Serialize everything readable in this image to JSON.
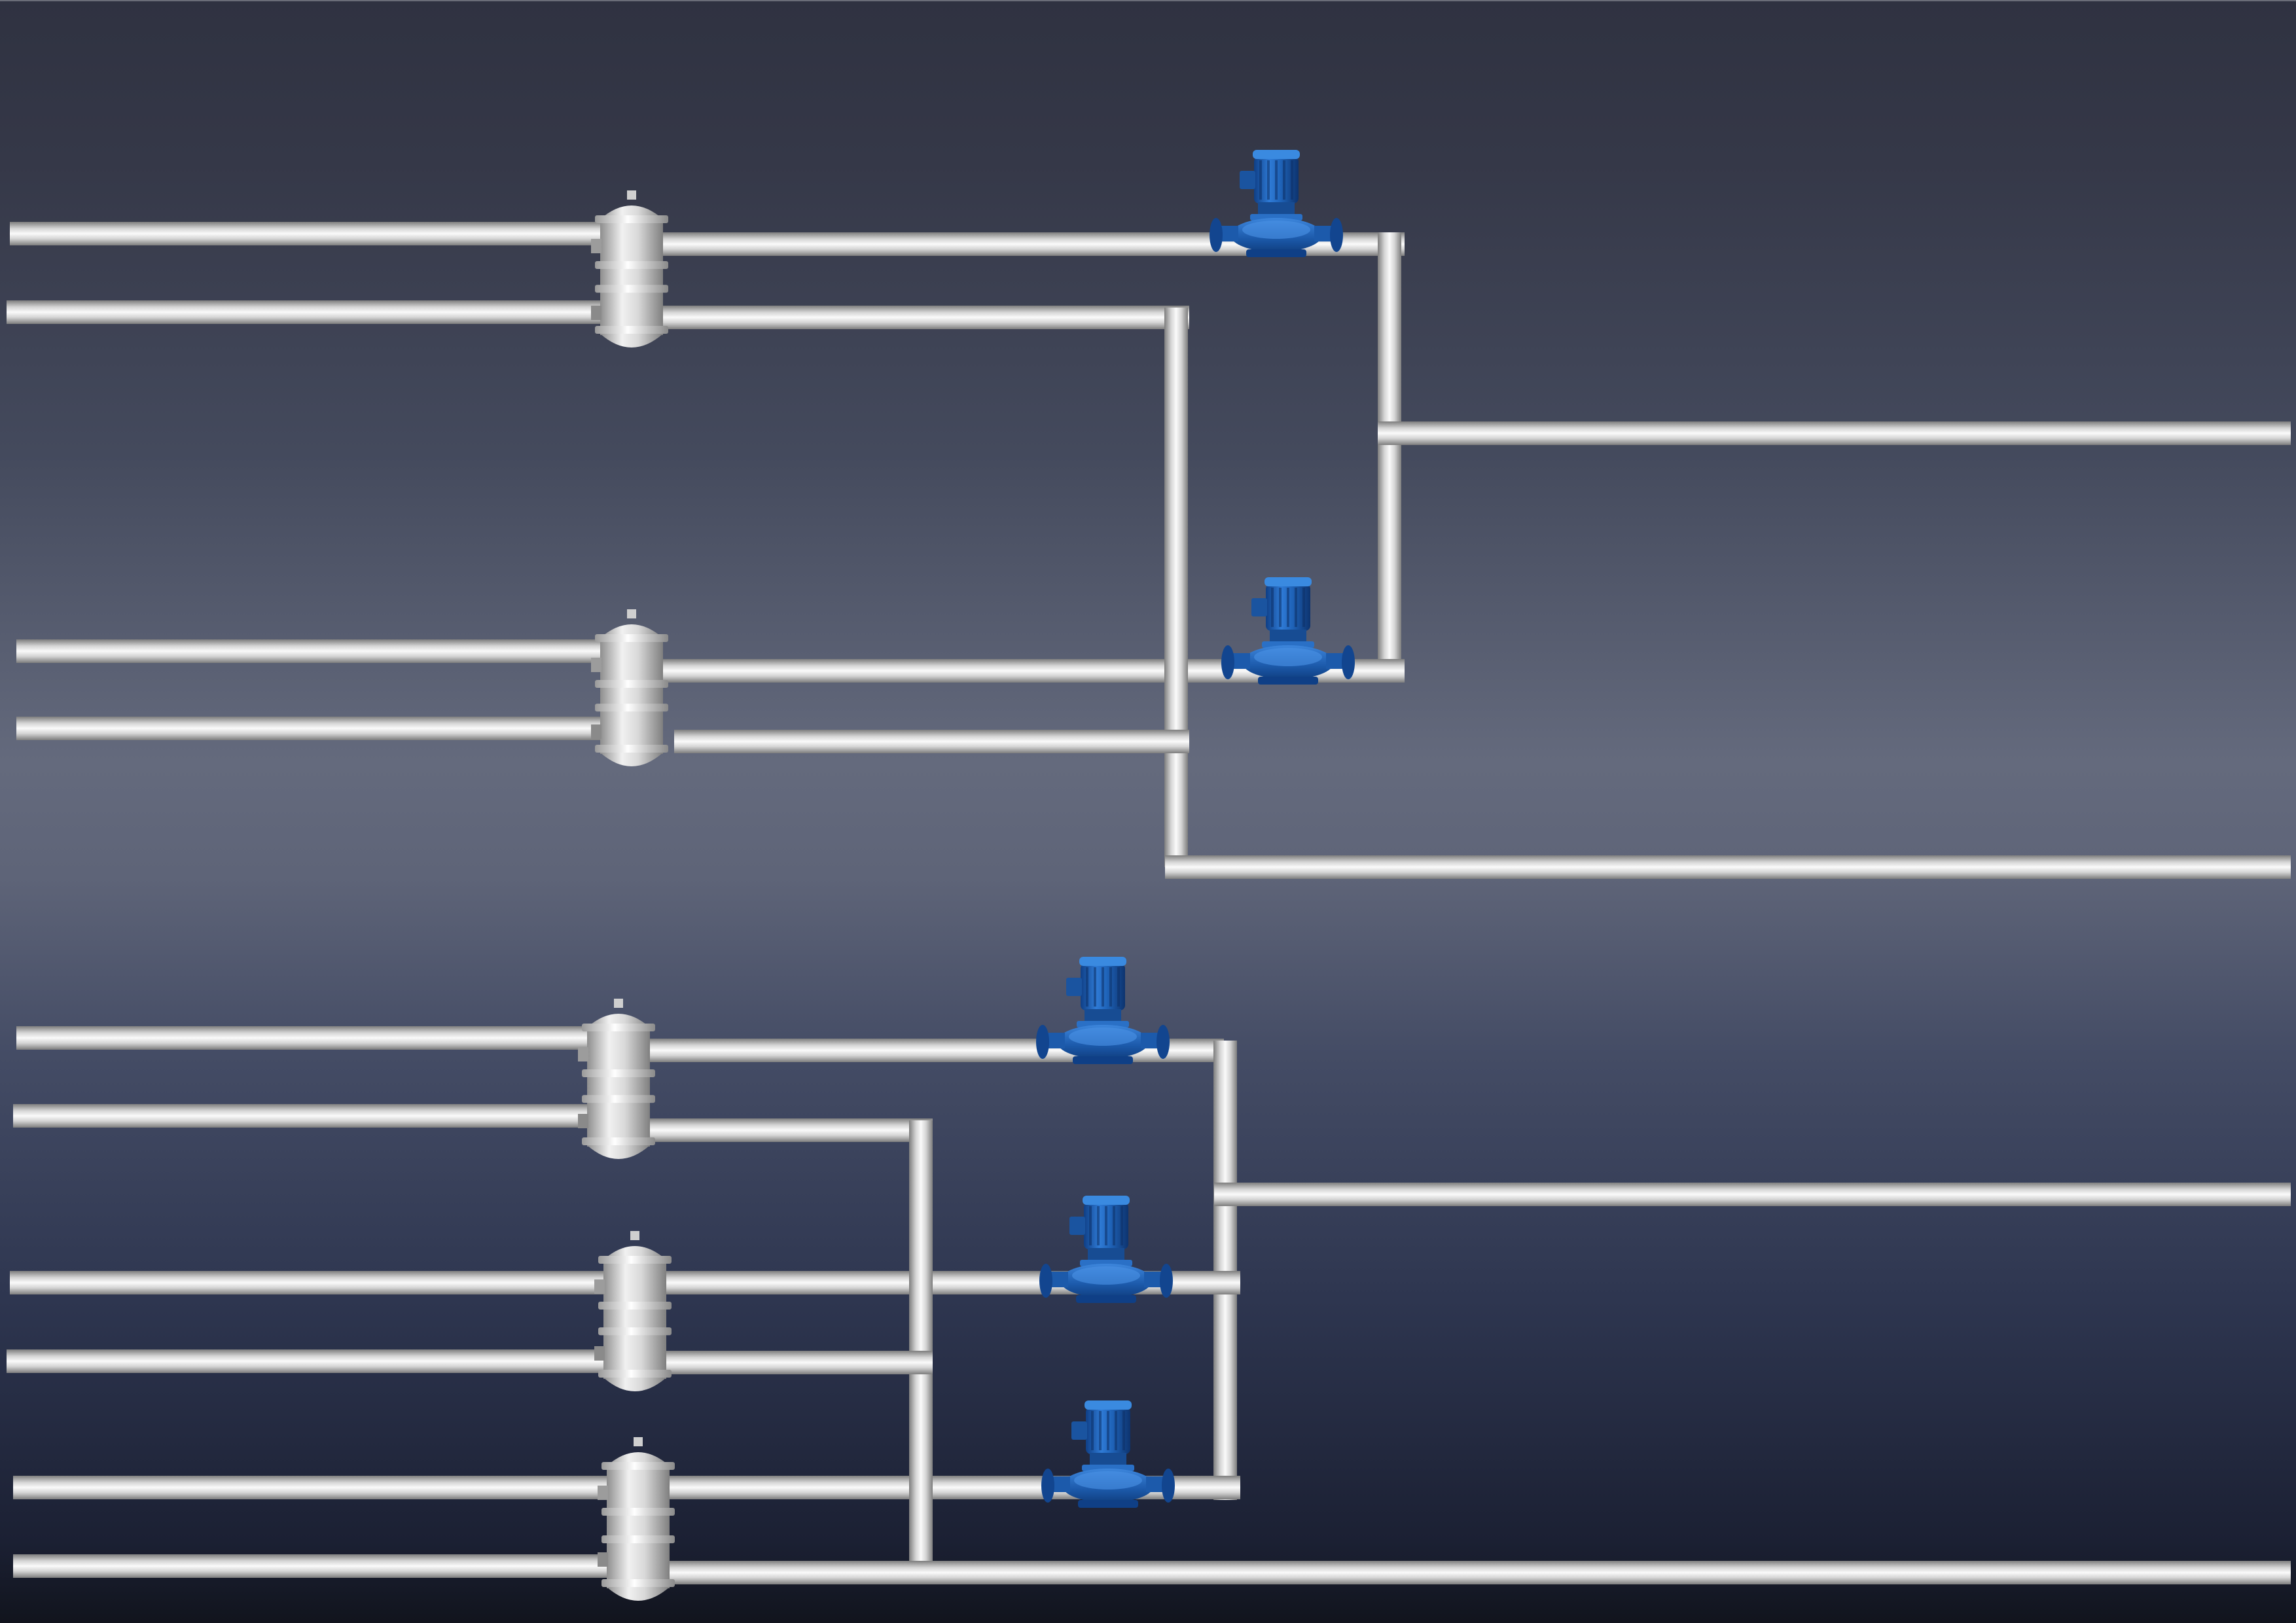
{
  "scene": {
    "kind": "process-piping-diagram",
    "labels": [],
    "colors": {
      "background_top": "#2f3241",
      "background_mid": "#646a7d",
      "background_band": "#444c65",
      "background_bottom": "#171b28",
      "pipe_light": "#f2f2f2",
      "pipe_mid": "#cfcfcf",
      "pipe_edge": "#7a7a7a",
      "pump_blue": "#1f63b8",
      "pump_blue_dark": "#0f3f86",
      "pump_blue_light": "#4b93e6",
      "vessel_light": "#ececec",
      "vessel_shade": "#8e8e8e"
    },
    "equipment": {
      "exchanger_count": 5,
      "pump_count": 5,
      "icons": [
        "heat-exchanger-icon",
        "centrifugal-pump-icon"
      ]
    }
  }
}
